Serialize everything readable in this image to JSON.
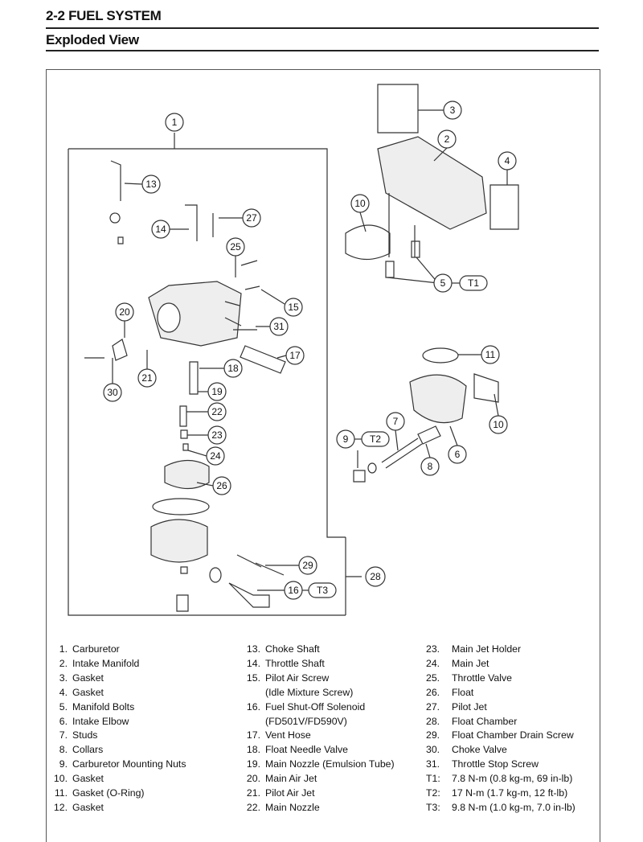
{
  "header": {
    "section": "2-2   FUEL SYSTEM",
    "subtitle": "Exploded View"
  },
  "callouts": {
    "c1": "1",
    "c2": "2",
    "c3": "3",
    "c4": "4",
    "c5": "5",
    "c6": "6",
    "c7": "7",
    "c8": "8",
    "c9": "9",
    "c10a": "10",
    "c10b": "10",
    "c11": "11",
    "c13": "13",
    "c14": "14",
    "c15": "15",
    "c16": "16",
    "c17": "17",
    "c18": "18",
    "c19": "19",
    "c20": "20",
    "c21": "21",
    "c22": "22",
    "c23": "23",
    "c24": "24",
    "c25": "25",
    "c26": "26",
    "c27": "27",
    "c28": "28",
    "c29": "29",
    "c30": "30",
    "c31": "31",
    "t1": "T1",
    "t2": "T2",
    "t3": "T3"
  },
  "legend": {
    "col1": [
      {
        "n": "1.",
        "t": "Carburetor"
      },
      {
        "n": "2.",
        "t": "Intake Manifold"
      },
      {
        "n": "3.",
        "t": "Gasket"
      },
      {
        "n": "4.",
        "t": "Gasket"
      },
      {
        "n": "5.",
        "t": "Manifold Bolts"
      },
      {
        "n": "6.",
        "t": "Intake Elbow"
      },
      {
        "n": "7.",
        "t": "Studs"
      },
      {
        "n": "8.",
        "t": "Collars"
      },
      {
        "n": "9.",
        "t": "Carburetor Mounting Nuts"
      },
      {
        "n": "10.",
        "t": "Gasket"
      },
      {
        "n": "11.",
        "t": "Gasket (O-Ring)"
      },
      {
        "n": "12.",
        "t": "Gasket"
      }
    ],
    "col2": [
      {
        "n": "13.",
        "t": "Choke Shaft"
      },
      {
        "n": "14.",
        "t": "Throttle Shaft"
      },
      {
        "n": "15.",
        "t": "Pilot Air Screw"
      },
      {
        "n": "",
        "t": "(Idle Mixture Screw)"
      },
      {
        "n": "16.",
        "t": "Fuel Shut-Off Solenoid"
      },
      {
        "n": "",
        "t": "(FD501V/FD590V)"
      },
      {
        "n": "17.",
        "t": "Vent Hose"
      },
      {
        "n": "18.",
        "t": "Float Needle Valve"
      },
      {
        "n": "19.",
        "t": "Main Nozzle (Emulsion Tube)"
      },
      {
        "n": "20.",
        "t": "Main Air Jet"
      },
      {
        "n": "21.",
        "t": "Pilot Air Jet"
      },
      {
        "n": "22.",
        "t": "Main Nozzle"
      }
    ],
    "col3": [
      {
        "n": "23.",
        "t": "Main Jet Holder"
      },
      {
        "n": "24.",
        "t": "Main Jet"
      },
      {
        "n": "25.",
        "t": "Throttle Valve"
      },
      {
        "n": "26.",
        "t": "Float"
      },
      {
        "n": "27.",
        "t": "Pilot Jet"
      },
      {
        "n": "28.",
        "t": "Float Chamber"
      },
      {
        "n": "29.",
        "t": "Float Chamber Drain Screw"
      },
      {
        "n": "30.",
        "t": "Choke Valve"
      },
      {
        "n": "31.",
        "t": "Throttle Stop Screw"
      },
      {
        "n": "T1:",
        "t": "7.8 N-m (0.8 kg-m, 69 in-lb)"
      },
      {
        "n": "T2:",
        "t": "17 N-m (1.7 kg-m, 12 ft-lb)"
      },
      {
        "n": "T3:",
        "t": "9.8 N-m (1.0 kg-m, 7.0 in-lb)"
      }
    ]
  }
}
